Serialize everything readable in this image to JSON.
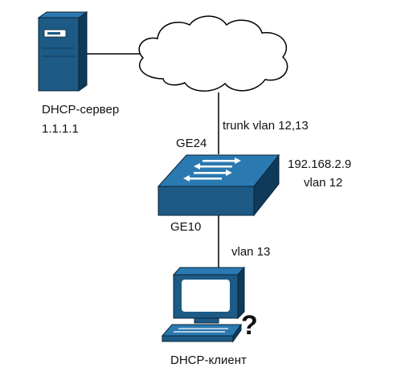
{
  "server": {
    "name": "DHCP-сервер",
    "ip": "1.1.1.1",
    "icon": "server-icon"
  },
  "cloud": {
    "icon": "cloud-icon"
  },
  "switch": {
    "ip": "192.168.2.9",
    "vlan": "vlan 12",
    "icon": "switch-icon",
    "uplink_port": "GE24",
    "downlink_port": "GE10"
  },
  "links": {
    "trunk": "trunk vlan 12,13",
    "access": "vlan 13"
  },
  "client": {
    "name": "DHCP-клиент",
    "icon": "computer-icon",
    "status_glyph": "?"
  },
  "colors": {
    "device_fill": "#1d5a85",
    "device_light": "#2b79b1",
    "device_dark": "#0f3a59",
    "line": "#000000"
  }
}
